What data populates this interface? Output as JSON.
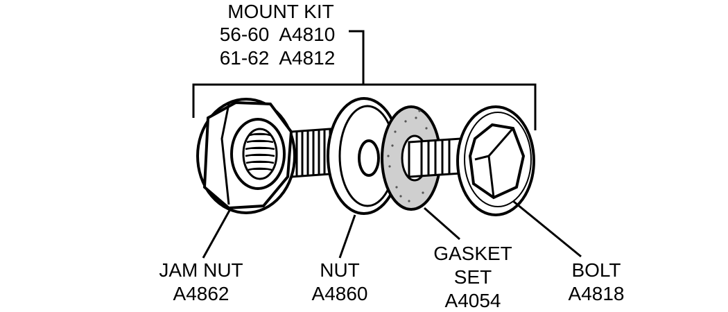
{
  "kit": {
    "title": "MOUNT KIT",
    "line1": "56-60  A4810",
    "line2": "61-62  A4812"
  },
  "parts": {
    "jam_nut": {
      "name": "JAM NUT",
      "part_no": "A4862"
    },
    "nut": {
      "name": "NUT",
      "part_no": "A4860"
    },
    "gasket": {
      "name1": "GASKET",
      "name2": "SET",
      "part_no": "A4054"
    },
    "bolt": {
      "name": "BOLT",
      "part_no": "A4818"
    }
  }
}
